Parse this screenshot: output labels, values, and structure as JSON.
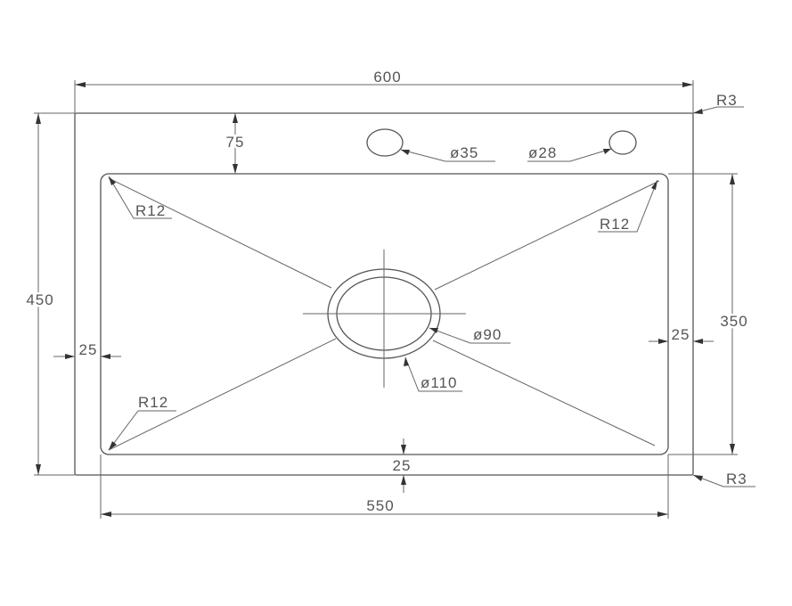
{
  "drawing": {
    "overall_width": "600",
    "overall_depth": "450",
    "basin_width": "550",
    "basin_depth": "350",
    "top_margin": "75",
    "left_margin": "25",
    "right_margin": "25",
    "bottom_margin": "25",
    "corner_radius_outer_top": "R3",
    "corner_radius_outer_bottom": "R3",
    "basin_radius_top_left": "R12",
    "basin_radius_top_right": "R12",
    "basin_radius_bottom_left": "R12",
    "tap_hole_1": "ø35",
    "tap_hole_2": "ø28",
    "drain_inner": "ø90",
    "drain_outer": "ø110"
  },
  "colors": {
    "line": "#555555",
    "background": "#ffffff"
  }
}
